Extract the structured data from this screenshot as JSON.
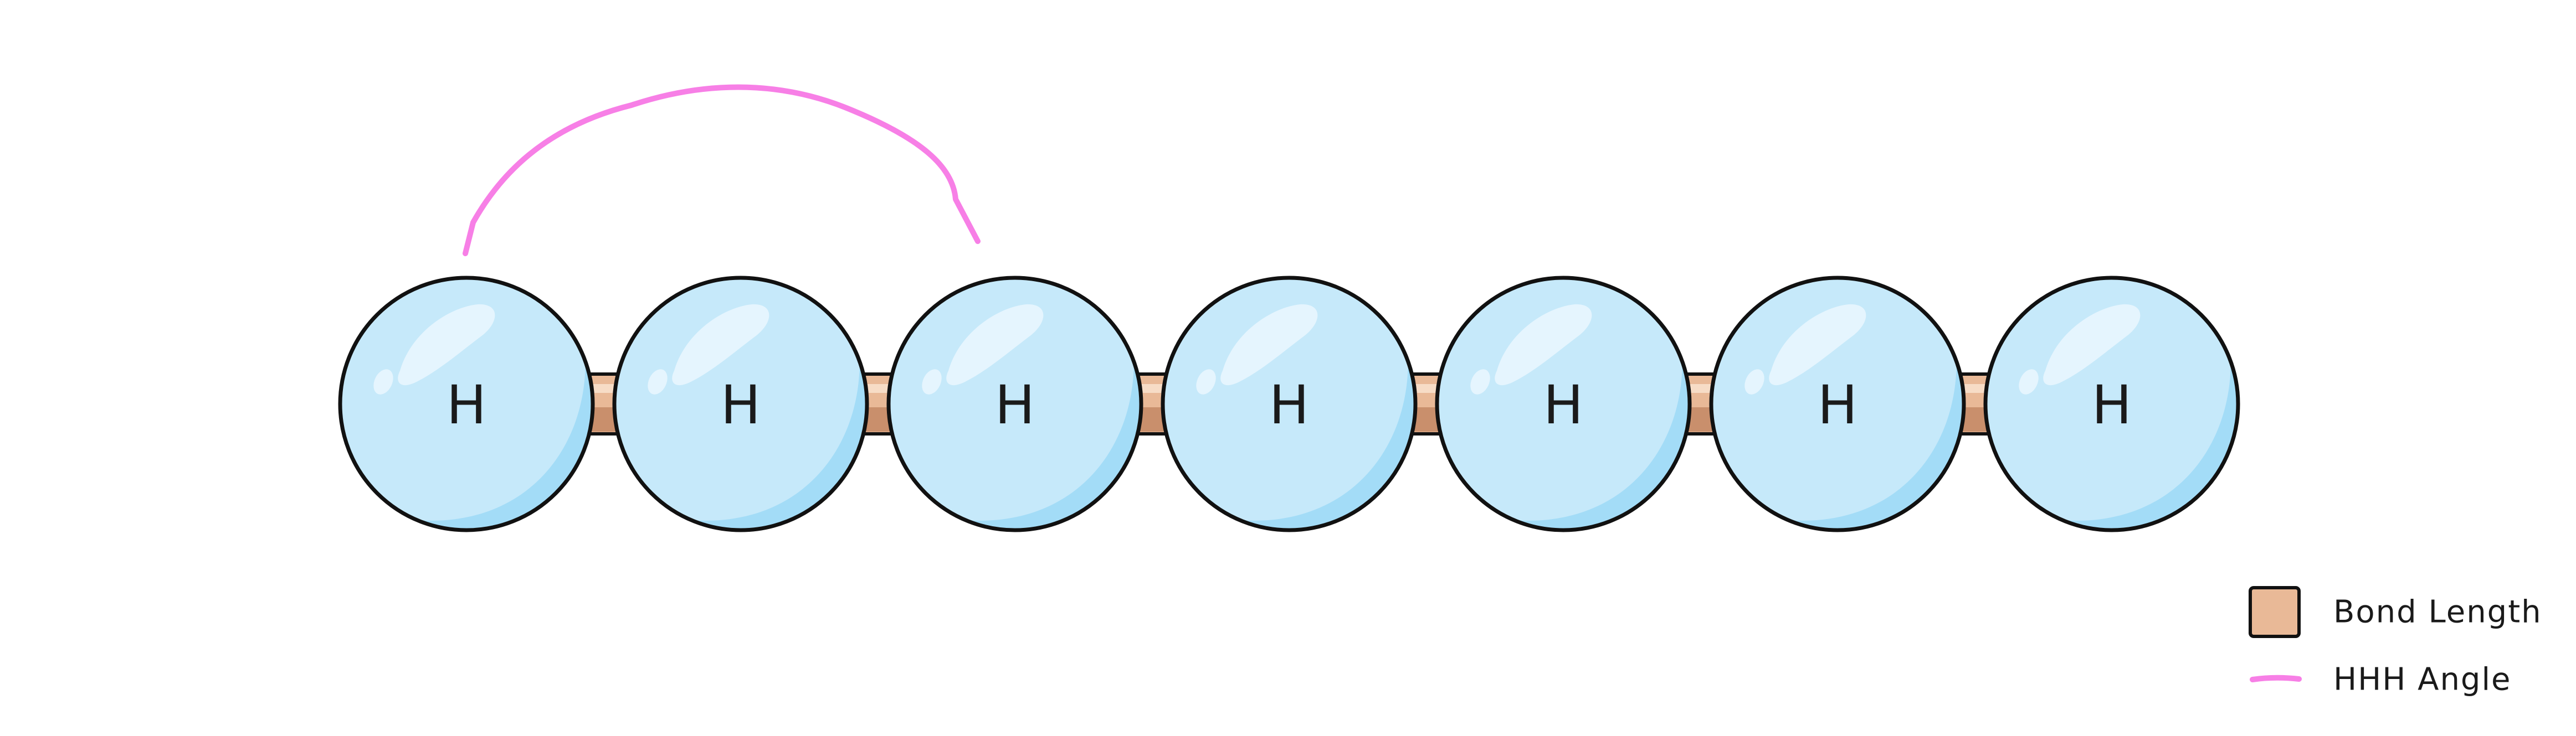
{
  "molecule": {
    "atoms": [
      {
        "symbol": "H"
      },
      {
        "symbol": "H"
      },
      {
        "symbol": "H"
      },
      {
        "symbol": "H"
      },
      {
        "symbol": "H"
      },
      {
        "symbol": "H"
      },
      {
        "symbol": "H"
      }
    ],
    "angle_marker": {
      "from_atom": 1,
      "to_atom": 3
    }
  },
  "legend": {
    "items": [
      {
        "label": "Bond Length",
        "swatch": "bond-swatch"
      },
      {
        "label": "HHH Angle",
        "swatch": "angle-line"
      }
    ]
  },
  "colors": {
    "atom_fill": "#c6e9fa",
    "atom_shade": "#a3dcf7",
    "atom_highlight": "#eaf7fe",
    "bond_fill": "#e9b997",
    "bond_shade": "#c98f6c",
    "bond_highlight": "#f7dcc6",
    "angle_line": "#f77fe6",
    "outline": "#111111"
  }
}
